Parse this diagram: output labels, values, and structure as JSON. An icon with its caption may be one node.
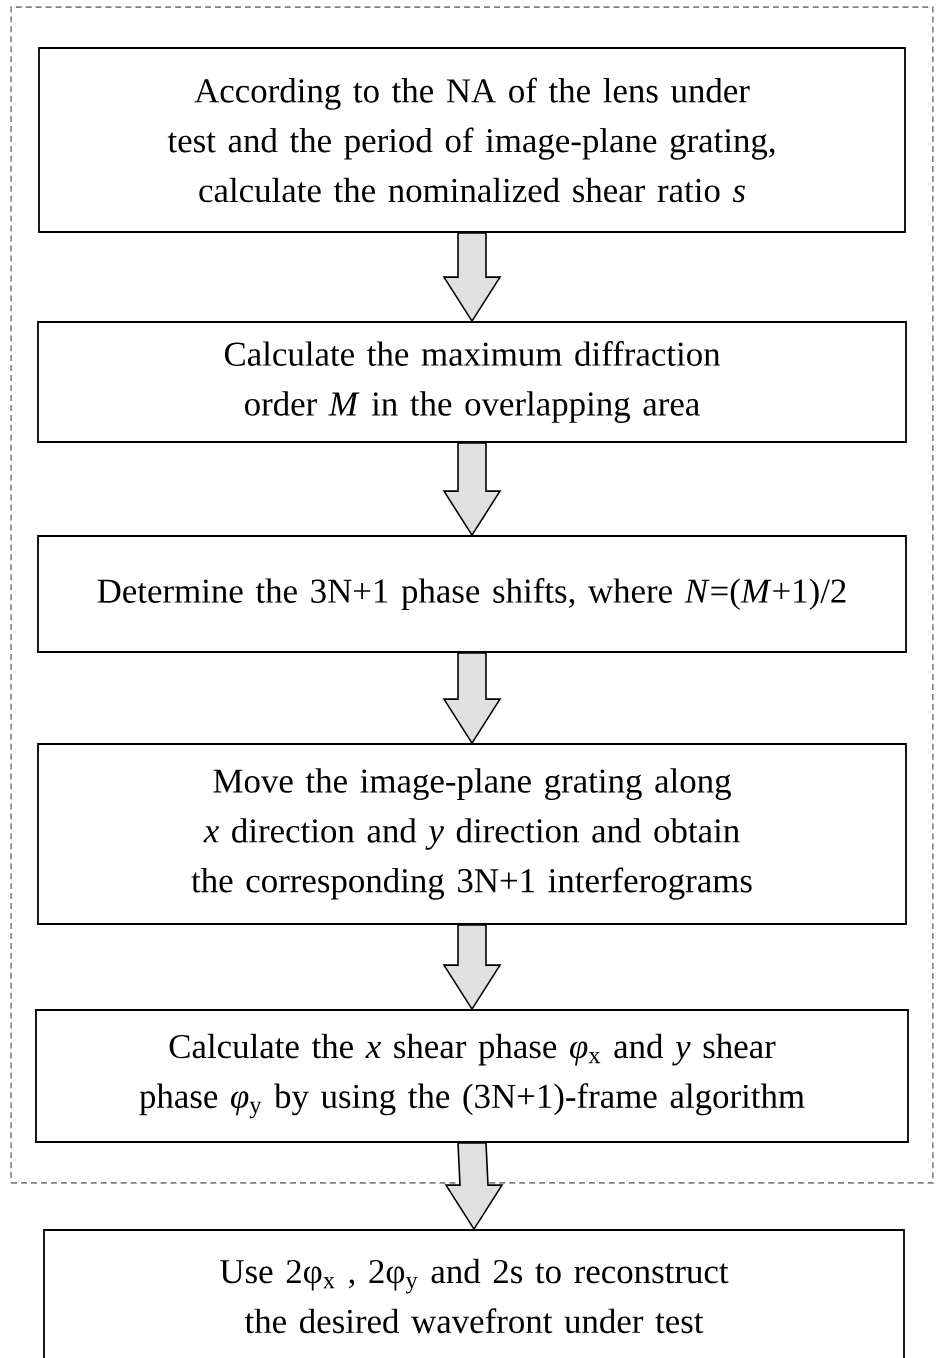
{
  "diagram": {
    "nodes": [
      {
        "text": [],
        "shape": "box"
      },
      {
        "text": [
          "According to the NA of the lens under test and the period of image-plane grating, calculate the nominalized shear ratio *s*"
        ],
        "in": 0
      },
      {
        "text": [
          "Calculate the maximum diffraction order *M* in the overlapping area"
        ],
        "in": 0
      },
      {
        "text": [
          "Determine the 3N+1 phase shifts, where *N*=(*M*+1)/2"
        ],
        "in": 0
      },
      {
        "text": [
          "Move the image-plane grating along *x* direction and *y* direction and obtain the corresponding 3N+1 interferograms"
        ],
        "in": 0
      },
      {
        "text": [
          "Calculate the *x* shear phase *φ*$_{x}$ and *y* shear phase *φ*$_{y}$ by using the (3N+1)-frame algorithm"
        ],
        "in": 0
      },
      {
        "text": [
          "Use 2φ$_{x}$ , 2φ$_{y}$ and 2s to reconstruct the desired wavefront under test"
        ]
      }
    ],
    "edges": [
      {
        "from": 1,
        "to": 2,
        "arrow": "to"
      },
      {
        "from": 2,
        "to": 3,
        "arrow": "to"
      },
      {
        "from": 3,
        "to": 4,
        "arrow": "to"
      },
      {
        "from": 4,
        "to": 5,
        "arrow": "to"
      },
      {
        "from": 5,
        "to": 6,
        "arrow": "to"
      }
    ]
  }
}
